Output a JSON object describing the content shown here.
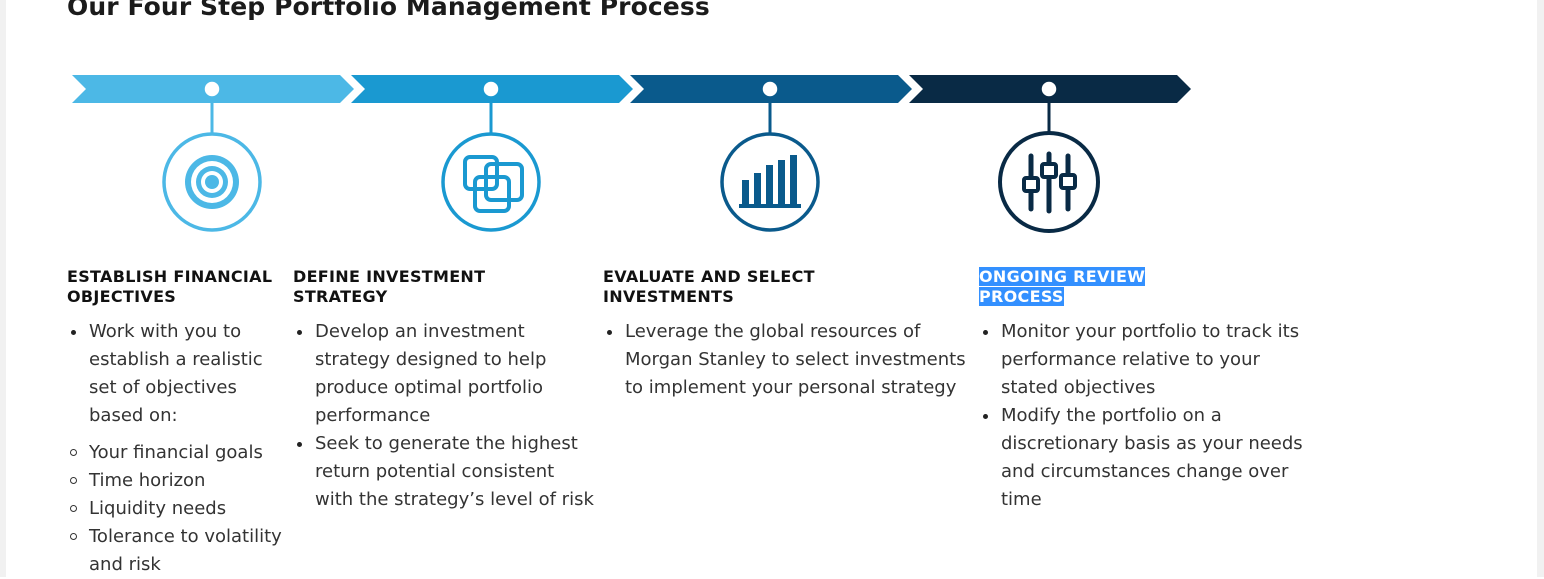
{
  "page": {
    "title": "Our Four Step Portfolio Management Process"
  },
  "colors": {
    "arrow1": "#4cb8e6",
    "arrow2": "#1a99d1",
    "arrow3": "#0a5a8c",
    "arrow4": "#092a45",
    "highlight": "#3390ff"
  },
  "steps": [
    {
      "icon": "target-icon",
      "title_lines": [
        "ESTABLISH FINANCIAL",
        "OBJECTIVES"
      ],
      "bullets": [
        "Work with you to establish a realistic set of objectives based on:"
      ],
      "sub_bullets": [
        "Your financial goals",
        "Time horizon",
        "Liquidity needs",
        "Tolerance to volatility and risk"
      ]
    },
    {
      "icon": "overlapping-squares-icon",
      "title_lines": [
        "DEFINE INVESTMENT",
        "STRATEGY"
      ],
      "bullets": [
        "Develop an investment strategy designed to help produce optimal portfolio performance",
        "Seek to generate the highest return potential consistent with the strategy’s level of risk"
      ]
    },
    {
      "icon": "bar-chart-icon",
      "title_lines": [
        "EVALUATE AND SELECT",
        "INVESTMENTS"
      ],
      "bullets": [
        "Leverage the global resources of Morgan Stanley to select investments to implement your personal strategy"
      ]
    },
    {
      "icon": "sliders-icon",
      "title_lines": [
        "ONGOING REVIEW ",
        "PROCESS"
      ],
      "selected": true,
      "bullets": [
        "Monitor your portfolio to track its performance relative to your stated objectives",
        "Modify the portfolio on a discretionary basis as your needs and circumstances change over time"
      ]
    }
  ]
}
